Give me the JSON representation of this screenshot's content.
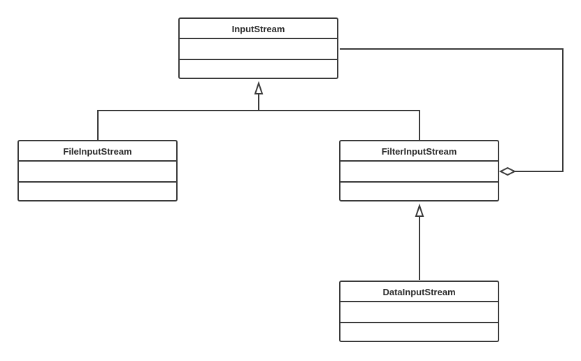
{
  "classes": {
    "input_stream": {
      "name": "InputStream"
    },
    "file_input_stream": {
      "name": "FileInputStream"
    },
    "filter_input_stream": {
      "name": "FilterInputStream"
    },
    "data_input_stream": {
      "name": "DataInputStream"
    }
  },
  "relations": [
    {
      "type": "generalization",
      "from": "FileInputStream",
      "to": "InputStream"
    },
    {
      "type": "generalization",
      "from": "FilterInputStream",
      "to": "InputStream"
    },
    {
      "type": "generalization",
      "from": "DataInputStream",
      "to": "FilterInputStream"
    },
    {
      "type": "aggregation",
      "whole": "FilterInputStream",
      "part": "InputStream"
    }
  ],
  "colors": {
    "line": "#3a3a3a",
    "text": "#2a2a2a",
    "background": "#ffffff"
  }
}
